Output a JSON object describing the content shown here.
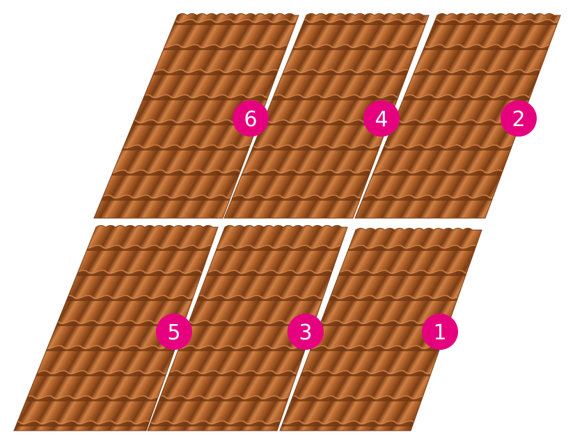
{
  "diagram": {
    "colors": {
      "tile_base": "#a55a24",
      "tile_light": "#cf8045",
      "tile_dark": "#6e3510",
      "badge": "#e6007e",
      "badge_text": "#ffffff",
      "background": "#ffffff"
    },
    "sheets": [
      {
        "id": "sheet-1",
        "label": "1"
      },
      {
        "id": "sheet-2",
        "label": "2"
      },
      {
        "id": "sheet-3",
        "label": "3"
      },
      {
        "id": "sheet-4",
        "label": "4"
      },
      {
        "id": "sheet-5",
        "label": "5"
      },
      {
        "id": "sheet-6",
        "label": "6"
      }
    ]
  }
}
